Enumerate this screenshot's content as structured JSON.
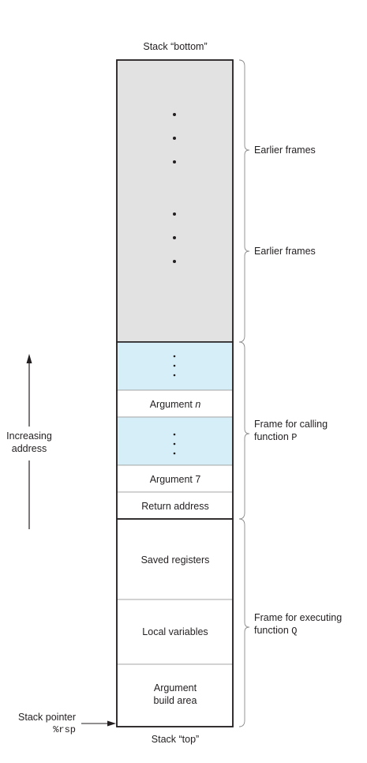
{
  "stack_bottom_label": "Stack “bottom”",
  "stack_top_label": "Stack “top”",
  "increasing_address": [
    "Increasing",
    "address"
  ],
  "stack_pointer": {
    "label": "Stack pointer",
    "register": "%rsp"
  },
  "cells": {
    "argument_n": {
      "prefix": "Argument ",
      "var": "n"
    },
    "argument_7": "Argument 7",
    "return_address": "Return address",
    "saved_registers": "Saved registers",
    "local_variables": "Local variables",
    "argument_build_area": [
      "Argument",
      "build area"
    ]
  },
  "braces": {
    "earlier_frames_1": "Earlier frames",
    "earlier_frames_2": "Earlier frames",
    "frame_calling": {
      "line1": "Frame for calling",
      "line2_text": "function ",
      "line2_code": "P"
    },
    "frame_executing": {
      "line1": "Frame for executing",
      "line2_text": "function ",
      "line2_code": "Q"
    }
  },
  "colors": {
    "earlier_fill": "#e2e2e2",
    "blue_fill": "#d6eef8",
    "white_fill": "#ffffff",
    "stroke": "#231f20"
  }
}
